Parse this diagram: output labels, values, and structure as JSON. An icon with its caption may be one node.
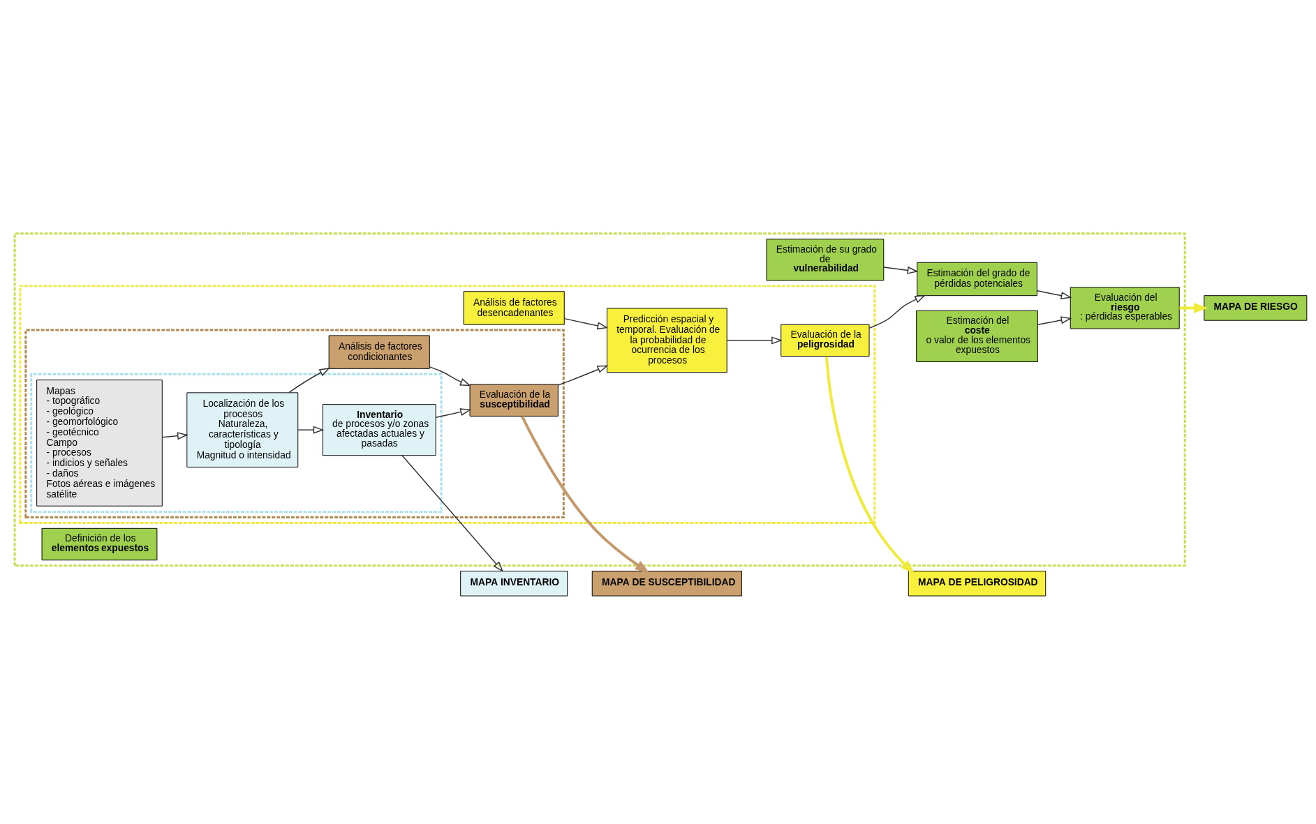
{
  "diagram": {
    "nodes": [
      {
        "text": [],
        "shape": "box"
      },
      {
        "text": [],
        "shape": "box",
        "in": 0
      },
      {
        "text": [],
        "shape": "box",
        "in": 1
      },
      {
        "text": [],
        "shape": "box",
        "in": 2
      },
      {
        "text": [
          "Mapas",
          "- topográfico",
          "- geológico",
          "- geomorfológico",
          "- geotécnico",
          "Campo",
          "- procesos",
          "- indicios y señales",
          "- daños",
          "Fotos aéreas e imágenes satélite"
        ],
        "in": 3
      },
      {
        "text": [
          "Localización de los procesos",
          "Naturaleza, características y tipología",
          "Magnitud o intensidad"
        ],
        "in": 3
      },
      {
        "text": [
          "**Inventario** de procesos y/o zonas afectadas actuales y pasadas"
        ],
        "in": 3
      },
      {
        "text": [
          "Análisis de factores condicionantes"
        ],
        "in": 2
      },
      {
        "text": [
          "Evaluación de la **susceptibilidad**"
        ],
        "in": 2
      },
      {
        "text": [
          "Análisis de factores desencadenantes"
        ],
        "in": 1
      },
      {
        "text": [
          "Predicción espacial y temporal. Evaluación de la probabilidad de ocurrencia de los procesos"
        ],
        "in": 1
      },
      {
        "text": [
          "Evaluación de la **peligrosidad**"
        ],
        "in": 1
      },
      {
        "text": [
          "Definición de los **elementos expuestos**"
        ],
        "in": 0
      },
      {
        "text": [
          "Estimación de su grado de **vulnerabilidad**"
        ],
        "in": 0
      },
      {
        "text": [
          "Estimación del grado de pérdidas potenciales"
        ],
        "in": 0
      },
      {
        "text": [
          "Estimación del **coste** o valor de los elementos expuestos"
        ],
        "in": 0
      },
      {
        "text": [
          "Evaluación del **riesgo**: pérdidas esperables"
        ],
        "in": 0
      },
      {
        "text": [
          "MAPA INVENTARIO"
        ]
      },
      {
        "text": [
          "MAPA DE SUSCEPTIBILIDAD"
        ]
      },
      {
        "text": [
          "MAPA DE PELIGROSIDAD"
        ]
      },
      {
        "text": [
          "MAPA DE RIESGO"
        ]
      }
    ],
    "edges": [
      {
        "from": 4,
        "to": 5,
        "arrow": "to"
      },
      {
        "from": 5,
        "to": 7,
        "arrow": "to"
      },
      {
        "from": 5,
        "to": 6,
        "arrow": "to"
      },
      {
        "from": 6,
        "to": 8,
        "arrow": "to"
      },
      {
        "from": 7,
        "to": 8,
        "arrow": "to"
      },
      {
        "from": 8,
        "to": 10,
        "arrow": "to"
      },
      {
        "from": 9,
        "to": 10,
        "arrow": "to"
      },
      {
        "from": 10,
        "to": 11,
        "arrow": "to"
      },
      {
        "from": 11,
        "to": 14,
        "arrow": "to"
      },
      {
        "from": 13,
        "to": 14,
        "arrow": "to"
      },
      {
        "from": 14,
        "to": 16,
        "arrow": "to"
      },
      {
        "from": 15,
        "to": 16,
        "arrow": "to"
      },
      {
        "from": 6,
        "to": 17,
        "arrow": "to"
      },
      {
        "from": 8,
        "to": 18,
        "arrow": "to",
        "color": "#c49a6c"
      },
      {
        "from": 11,
        "to": 19,
        "arrow": "to",
        "color": "#f0ea3c"
      },
      {
        "from": 16,
        "to": 20,
        "arrow": "to",
        "color": "#f0ea3c"
      }
    ]
  }
}
